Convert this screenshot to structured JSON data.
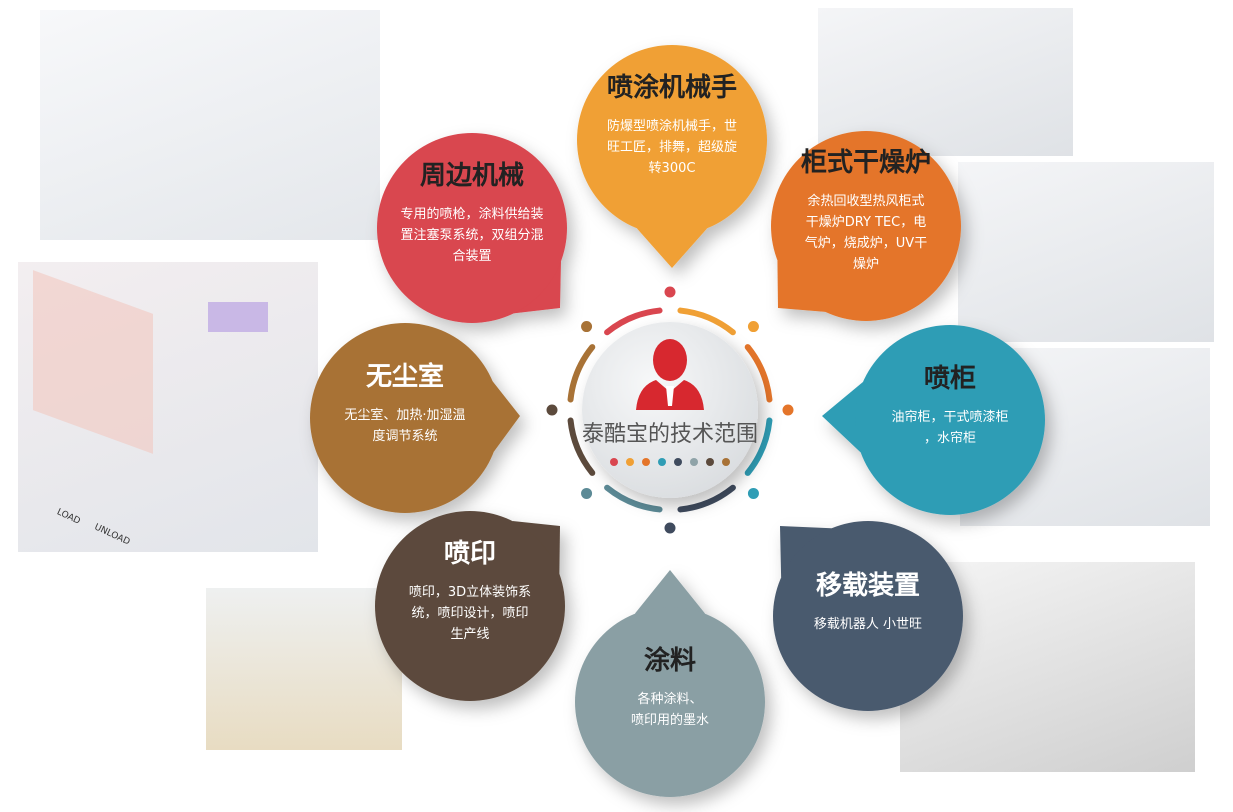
{
  "center": {
    "title": "泰酷宝的技术范围",
    "icon": "businessman-icon"
  },
  "dot_colors": [
    "#d9464f",
    "#f0a035",
    "#e4752a",
    "#2f9db5",
    "#3f4b5e",
    "#8fa3a8",
    "#5c4a3c",
    "#a87236"
  ],
  "photo_labels": {
    "load": "LOAD",
    "unload": "UNLOAD"
  },
  "bubbles": [
    {
      "title": "周边机械",
      "lines": [
        "专用的喷枪，涂料供给装",
        "置注塞泵系统，双组分混",
        "合装置"
      ],
      "color": "#d9464f",
      "title_color": "#222222"
    },
    {
      "title": "喷涂机械手",
      "lines": [
        "防爆型喷涂机械手，世",
        "旺工匠，排舞，超级旋",
        "转300C"
      ],
      "color": "#f0a035",
      "title_color": "#222222"
    },
    {
      "title": "柜式干燥炉",
      "lines": [
        "余热回收型热风柜式",
        "干燥炉DRY TEC，电",
        "气炉，烧成炉，UV干",
        "燥炉"
      ],
      "color": "#e4752a",
      "title_color": "#222222"
    },
    {
      "title": "无尘室",
      "lines": [
        "无尘室、加热·加湿温",
        "度调节系统"
      ],
      "color": "#a87236",
      "title_color": "#ffffff"
    },
    {
      "title": "喷柜",
      "lines": [
        "油帘柜，干式喷漆柜",
        "，水帘柜"
      ],
      "color": "#2f9db5",
      "title_color": "#222222"
    },
    {
      "title": "喷印",
      "lines": [
        "喷印，3D立体装饰系",
        "统，喷印设计，喷印",
        "生产线"
      ],
      "color": "#5c4a3c",
      "title_color": "#ffffff"
    },
    {
      "title": "涂料",
      "lines": [
        "各种涂料、",
        "喷印用的墨水"
      ],
      "color": "#8a9fa4",
      "title_color": "#222222"
    },
    {
      "title": "移载装置",
      "lines": [
        "移载机器人 小世旺"
      ],
      "color": "#4a5a6e",
      "title_color": "#ffffff"
    }
  ]
}
